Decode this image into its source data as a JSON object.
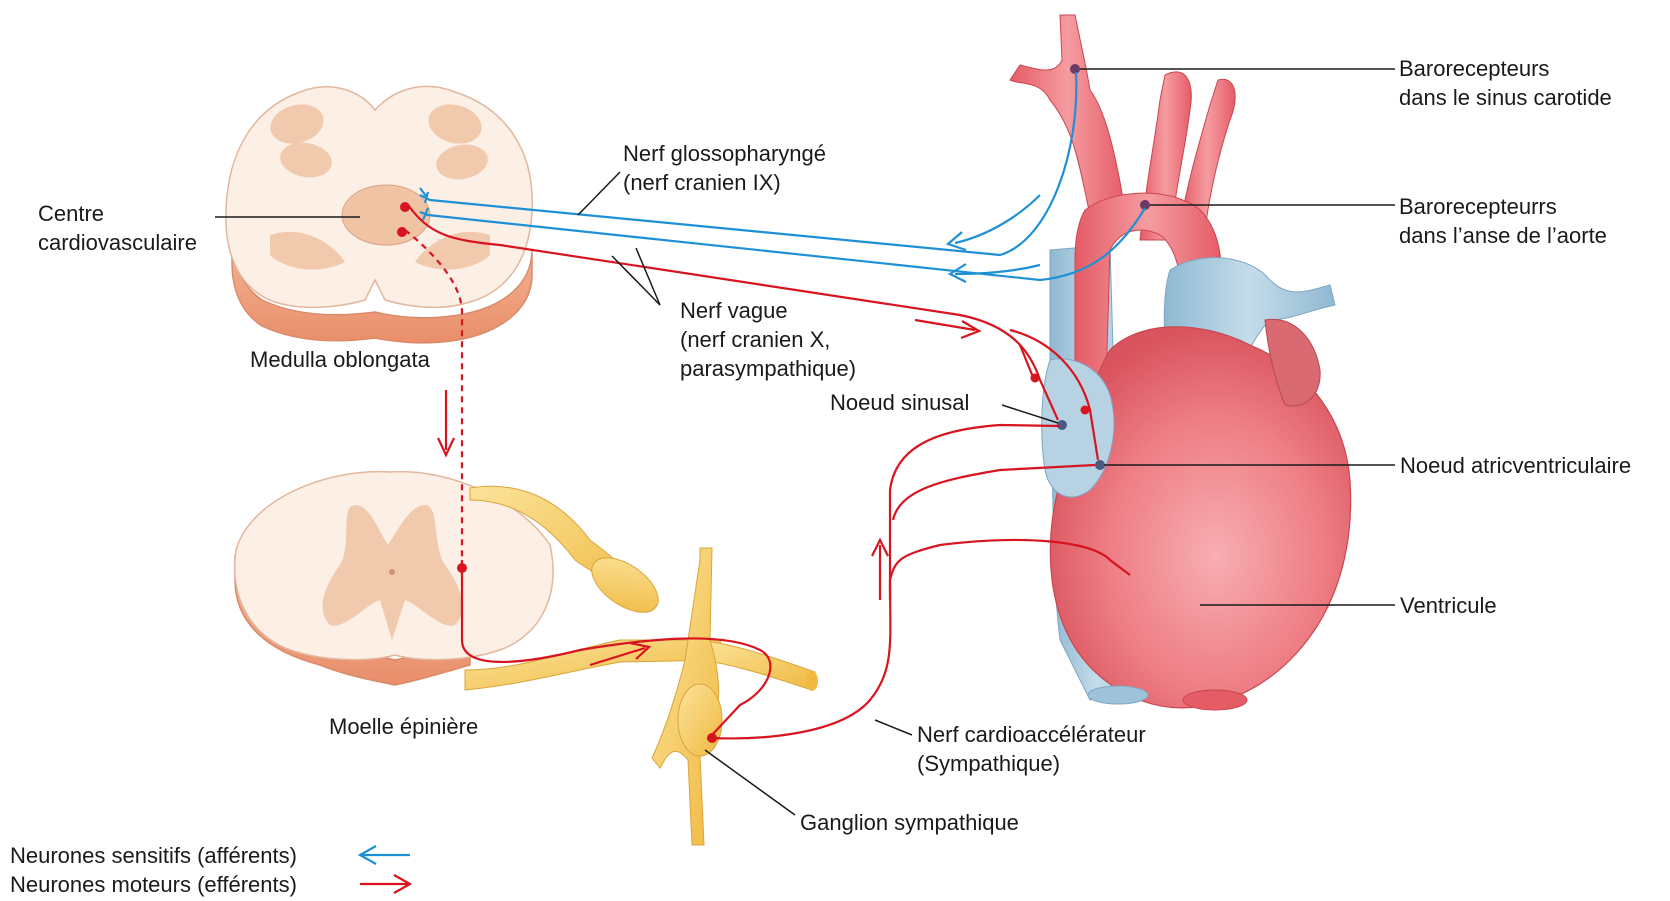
{
  "labels": {
    "cardio_center": [
      "Centre",
      "cardiovasculaire"
    ],
    "medulla": "Medulla oblongata",
    "spinal_cord": "Moelle épinière",
    "glosso": [
      "Nerf glossopharyngé",
      "(nerf cranien IX)"
    ],
    "vagus": [
      "Nerf vague",
      "(nerf cranien X,",
      "parasympathique)"
    ],
    "baro_carotid": [
      "Barorecepteurs",
      "dans le sinus carotide"
    ],
    "baro_aorta": [
      "Barorecepteurrs",
      "dans l’anse de l’aorte"
    ],
    "sinus_node": "Noeud sinusal",
    "av_node": "Noeud atricventriculaire",
    "ventricle": "Ventricule",
    "cardioaccel": [
      "Nerf cardioaccélérateur",
      "(Sympathique)"
    ],
    "ganglion": "Ganglion sympathique"
  },
  "legend": {
    "sensory": "Neurones sensitifs (afférents)",
    "motor": "Neurones moteurs (efférents)"
  },
  "colors": {
    "sensory": "#1e90d6",
    "motor": "#d7141f",
    "tissue_outer": "#fbeee5",
    "tissue_gray": "#f2c5a7",
    "nerve": "#f5cb5c",
    "heart": "#ec6b73",
    "vein": "#a9cbe0"
  }
}
